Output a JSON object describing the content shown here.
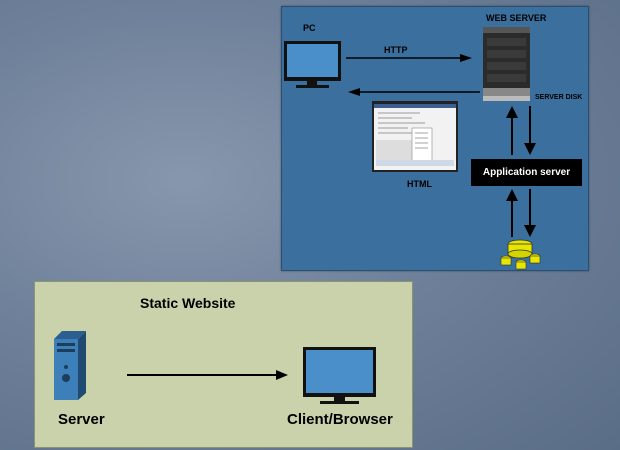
{
  "dynamic": {
    "pc_label": "PC",
    "web_server_label": "WEB SERVER",
    "http_label": "HTTP",
    "server_disk_label": "SERVER DISK",
    "html_label": "HTML",
    "app_server_label": "Application server"
  },
  "static_site": {
    "title": "Static Website",
    "server_label": "Server",
    "client_label": "Client/Browser"
  },
  "colors": {
    "dynamic_panel": "#3a6f9e",
    "static_panel": "#c9d2ab",
    "monitor_screen": "#4a8fc9",
    "tower": "#3d7fb8",
    "database": "#e6e600"
  }
}
